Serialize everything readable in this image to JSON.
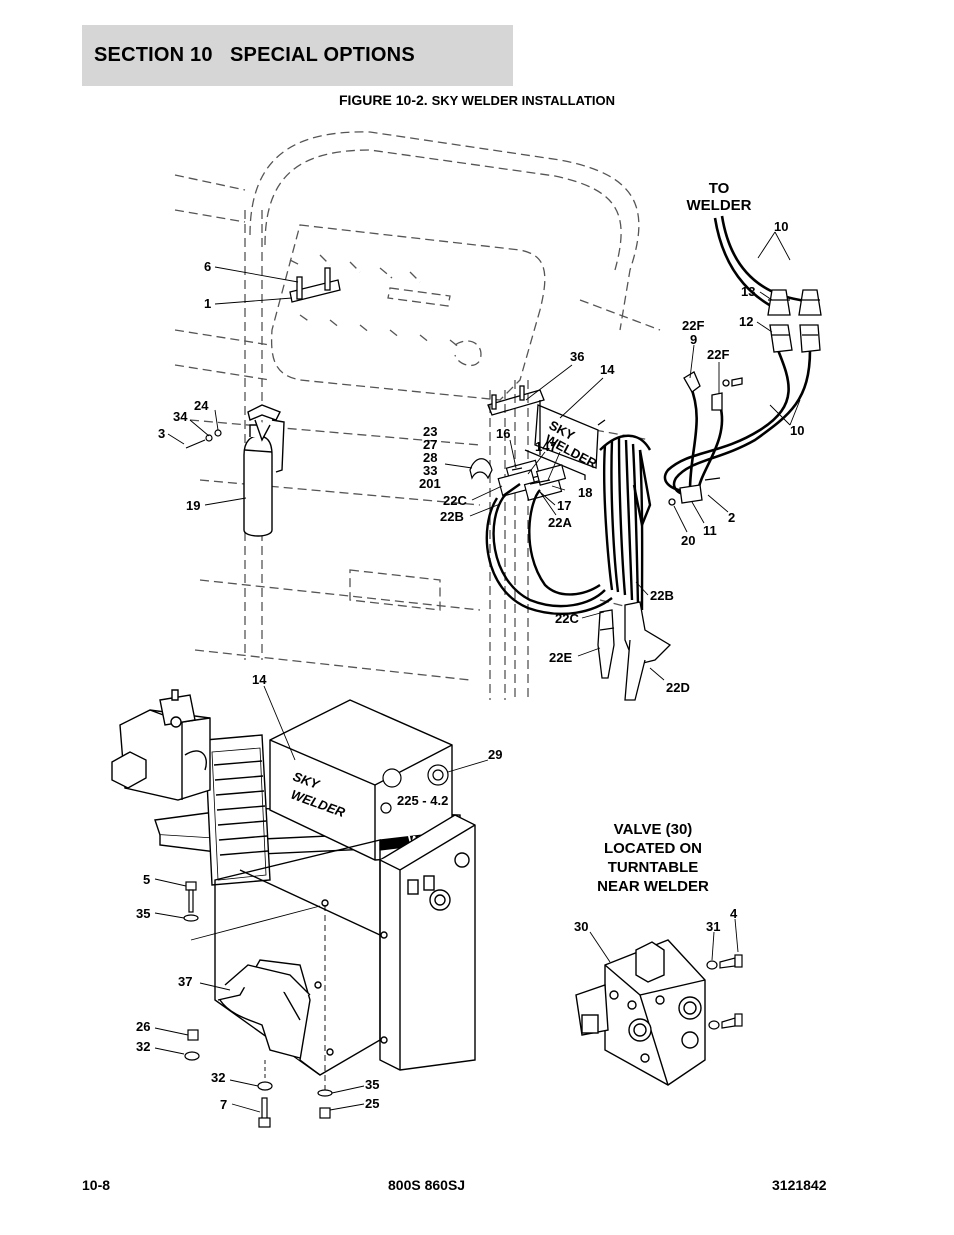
{
  "header": {
    "section_number": "SECTION 10",
    "section_title": "SPECIAL OPTIONS"
  },
  "figure": {
    "number": "FIGURE 10-2.",
    "title": "SKY WELDER INSTALLATION"
  },
  "notes": {
    "to_welder": [
      "TO",
      "WELDER"
    ],
    "valve_location": [
      "VALVE (30)",
      "LOCATED ON",
      "TURNTABLE",
      "NEAR WELDER"
    ]
  },
  "decals": {
    "sky_welder_small": [
      "SKY",
      "WELDER"
    ],
    "welder_face": "225 - 4.2",
    "welder_brand": "WELDER"
  },
  "callouts": {
    "c6": "6",
    "c1": "1",
    "c24": "24",
    "c34": "34",
    "c3": "3",
    "c19": "19",
    "c23": "23",
    "c27": "27",
    "c28": "28",
    "c33": "33",
    "c201": "201",
    "c36": "36",
    "c14_top": "14",
    "c16": "16",
    "c147": "147",
    "c18": "18",
    "c17": "17",
    "c22C_top": "22C",
    "c22B_top": "22B",
    "c22A": "22A",
    "c22F_left": "22F",
    "c9": "9",
    "c22F_right": "22F",
    "c10_top": "10",
    "c13": "13",
    "c12": "12",
    "c10_bottom": "10",
    "c2": "2",
    "c11": "11",
    "c20": "20",
    "c22B_bottom": "22B",
    "c22C_bottom": "22C",
    "c22E": "22E",
    "c22D": "22D",
    "c14_bottom": "14",
    "c29": "29",
    "c5": "5",
    "c35_left": "35",
    "c37": "37",
    "c26": "26",
    "c32_left": "32",
    "c32_bottom": "32",
    "c7": "7",
    "c35_bottom": "35",
    "c25": "25",
    "c30": "30",
    "c31": "31",
    "c4": "4"
  },
  "footer": {
    "page": "10-8",
    "model": "800S 860SJ",
    "part_number": "3121842"
  }
}
